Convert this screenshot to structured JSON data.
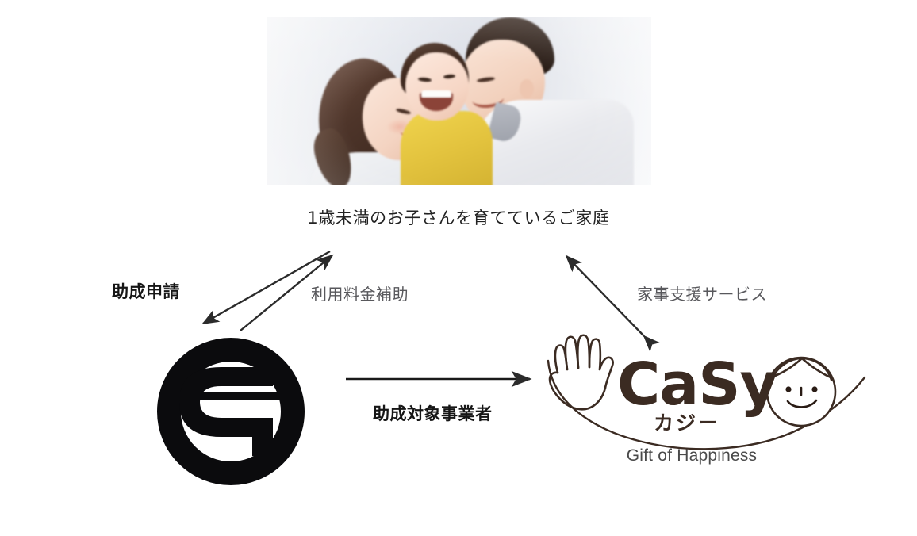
{
  "diagram": {
    "title_caption": "1歳未満のお子さんを育てているご家庭",
    "nodes": {
      "family": {
        "name": "family-photo",
        "caption": "1歳未満のお子さんを育てているご家庭",
        "photo_alt": "笑顔の家族（母・子ども・父）の写真"
      },
      "ward": {
        "name": "setagaya-ward-logo",
        "logo_label": "G"
      },
      "casy": {
        "name": "casy-logo",
        "wordmark": "CaSy",
        "kana": "カジー",
        "tagline": "Gift of Happiness",
        "hand_icon": "open-hand-icon",
        "face_icon": "smiling-face-icon"
      }
    },
    "edges": [
      {
        "id": "edge-subsidy-application",
        "label": "助成申請",
        "from": "family",
        "to": "ward",
        "direction": "one-way",
        "emphasis": "bold",
        "color": "#161616"
      },
      {
        "id": "edge-fee-subsidy",
        "label": "利用料金補助",
        "from": "ward",
        "to": "family",
        "direction": "one-way",
        "emphasis": "normal",
        "color": "#58585c"
      },
      {
        "id": "edge-housework-support",
        "label": "家事支援サービス",
        "from": "casy",
        "to": "family",
        "direction": "two-way",
        "emphasis": "normal",
        "color": "#58585c"
      },
      {
        "id": "edge-eligible-provider",
        "label": "助成対象事業者",
        "from": "ward",
        "to": "casy",
        "direction": "one-way",
        "emphasis": "bold",
        "color": "#161616"
      }
    ]
  },
  "colors": {
    "background": "#ffffff",
    "arrow": "#2b2b2b",
    "text_bold": "#161616",
    "text_gray": "#58585c",
    "casy_brown": "#3b2b22",
    "casy_tag_gray": "#4a4a4a",
    "ward_black": "#0b0b0d",
    "child_shirt_yellow": "#e3c33e"
  }
}
